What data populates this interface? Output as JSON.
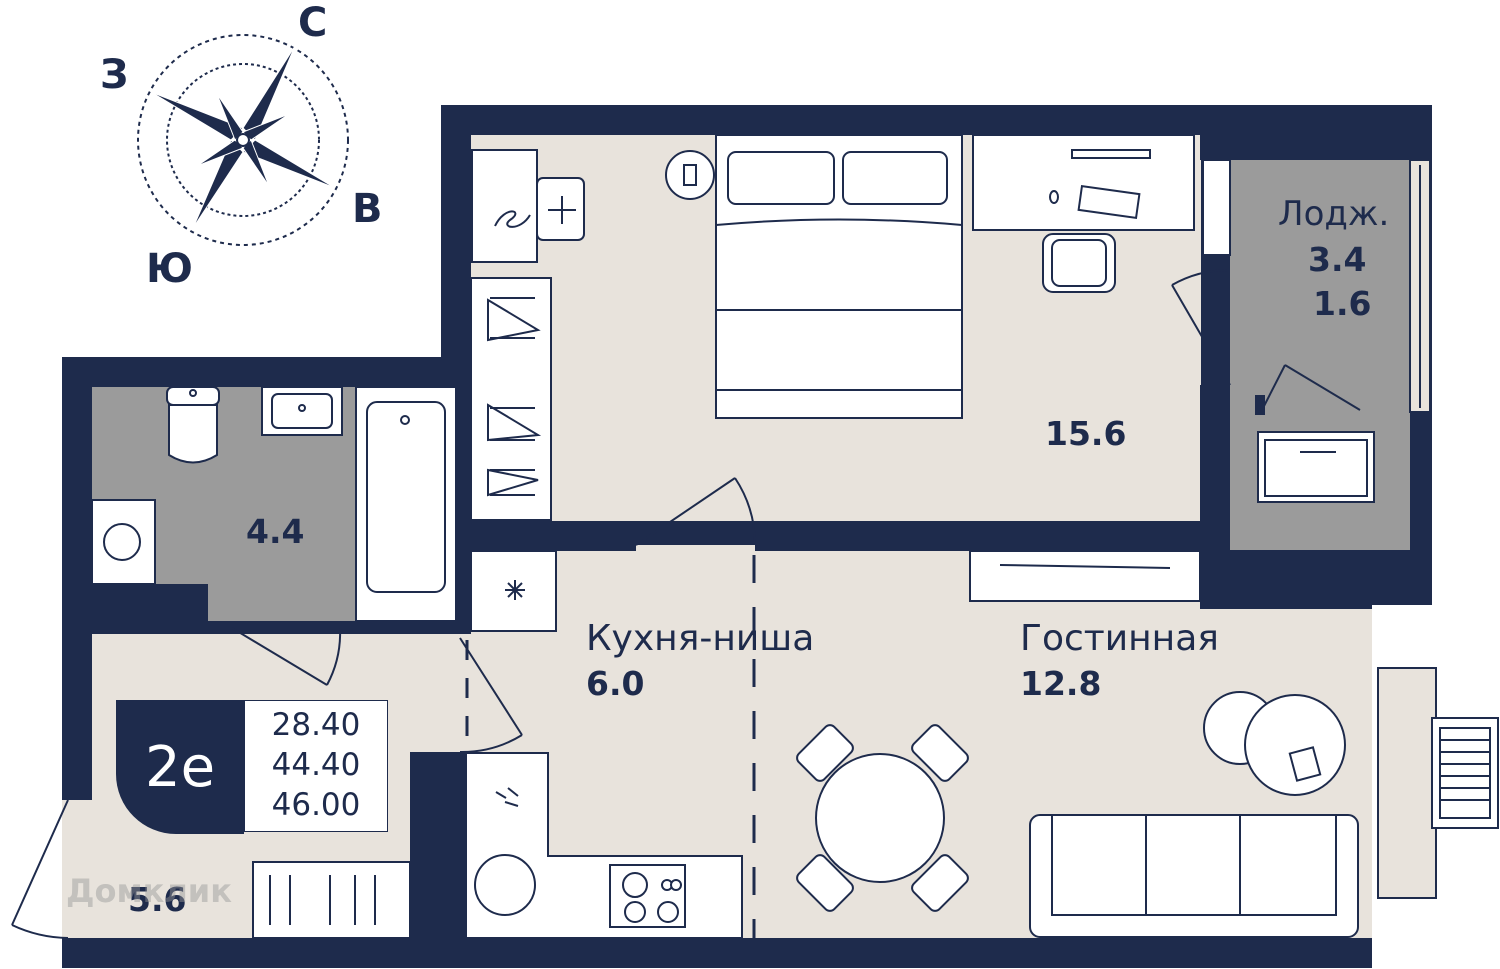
{
  "colors": {
    "wall": "#1e2b4c",
    "floor": "#e8e3dc",
    "tile": "#9b9b9b",
    "furniture": "#ffffff"
  },
  "compass": {
    "north": "С",
    "west": "З",
    "east": "В",
    "south": "Ю"
  },
  "rooms": {
    "bedroom": {
      "area": "15.6"
    },
    "loggia": {
      "name": "Лодж.",
      "area": "3.4",
      "area2": "1.6"
    },
    "bathroom": {
      "area": "4.4"
    },
    "kitchen": {
      "name": "Кухня-ниша",
      "area": "6.0"
    },
    "living": {
      "name": "Гостинная",
      "area": "12.8"
    },
    "hall": {
      "area": "5.6"
    }
  },
  "badge": {
    "code": "2е",
    "living_area": "28.40",
    "total_area": "44.40",
    "total_with_loggia": "46.00"
  },
  "watermark": "Домклик"
}
